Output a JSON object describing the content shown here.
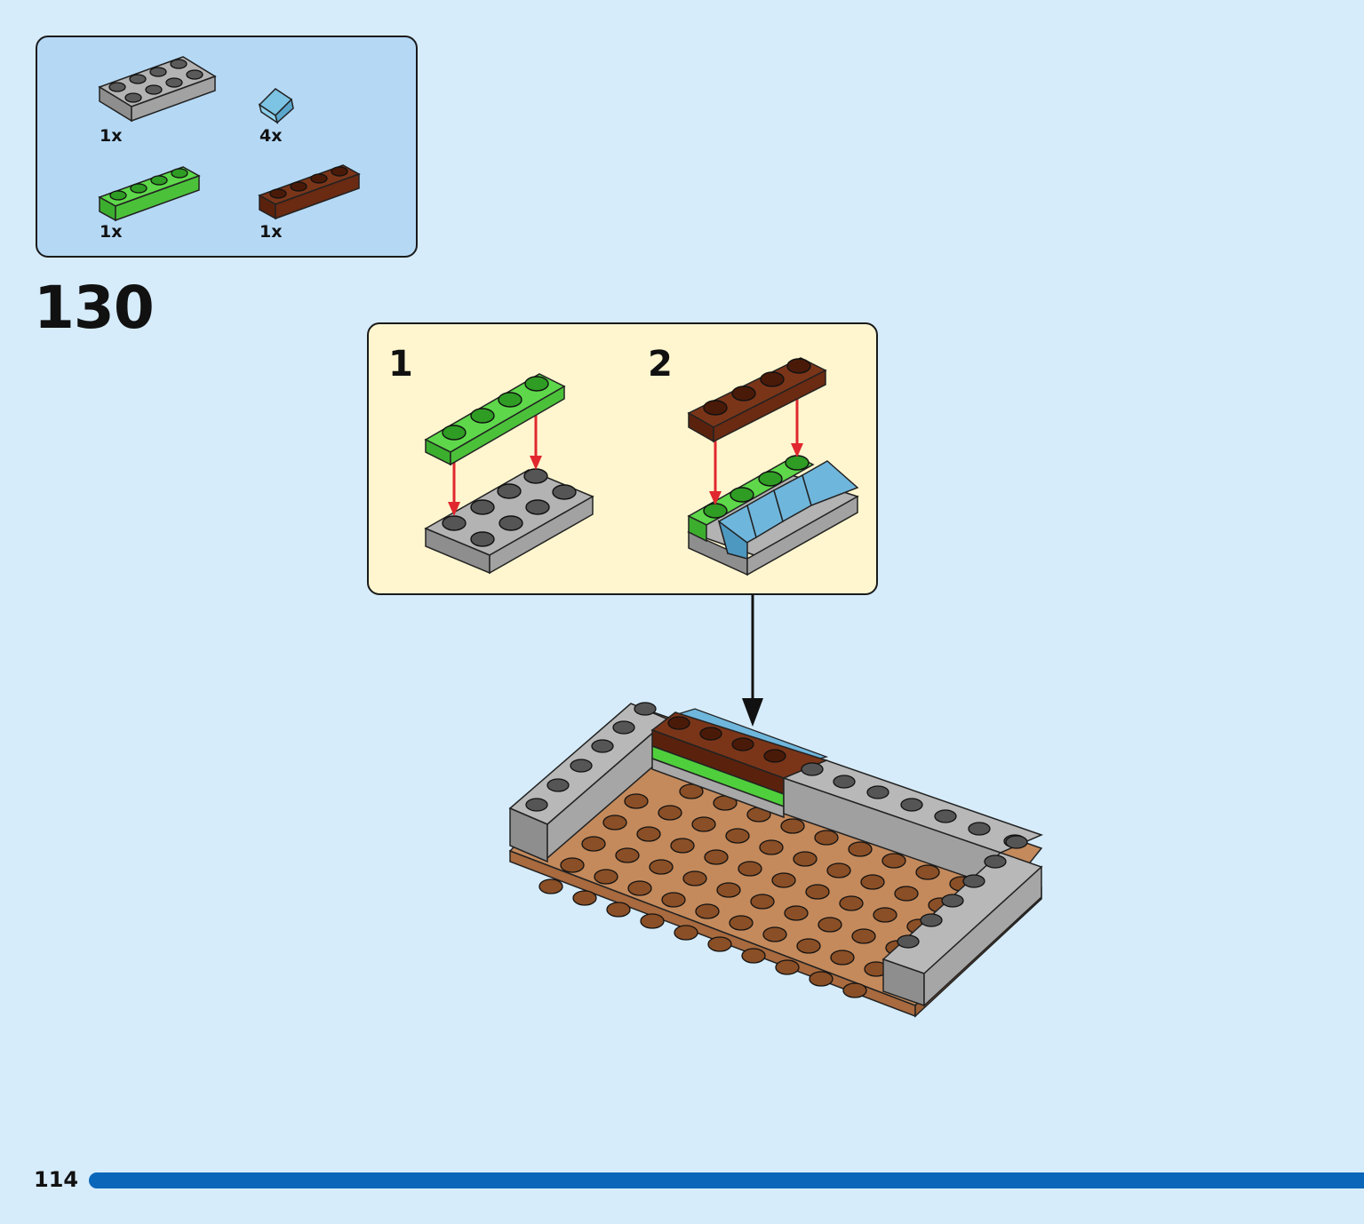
{
  "parts_list": {
    "items": [
      {
        "name": "grey-plate-2x4",
        "quantity": "1x"
      },
      {
        "name": "blue-slope-tile",
        "quantity": "4x"
      },
      {
        "name": "green-plate-1x4",
        "quantity": "1x"
      },
      {
        "name": "brown-plate-1x4",
        "quantity": "1x"
      }
    ]
  },
  "step": {
    "number": "130"
  },
  "sub_steps": [
    {
      "label": "1"
    },
    {
      "label": "2"
    }
  ],
  "page": {
    "number": "114"
  },
  "colors": {
    "background": "#d6ecfb",
    "parts_panel": "#b5d9f5",
    "sub_panel": "#fff6cf",
    "progress_bar": "#0a66b8",
    "grey": "#a9a9a9",
    "green": "#4fcf3c",
    "brown": "#6b2a12",
    "tan": "#b97a4c",
    "blue": "#6fb6dc",
    "arrow_red": "#e0282e"
  }
}
